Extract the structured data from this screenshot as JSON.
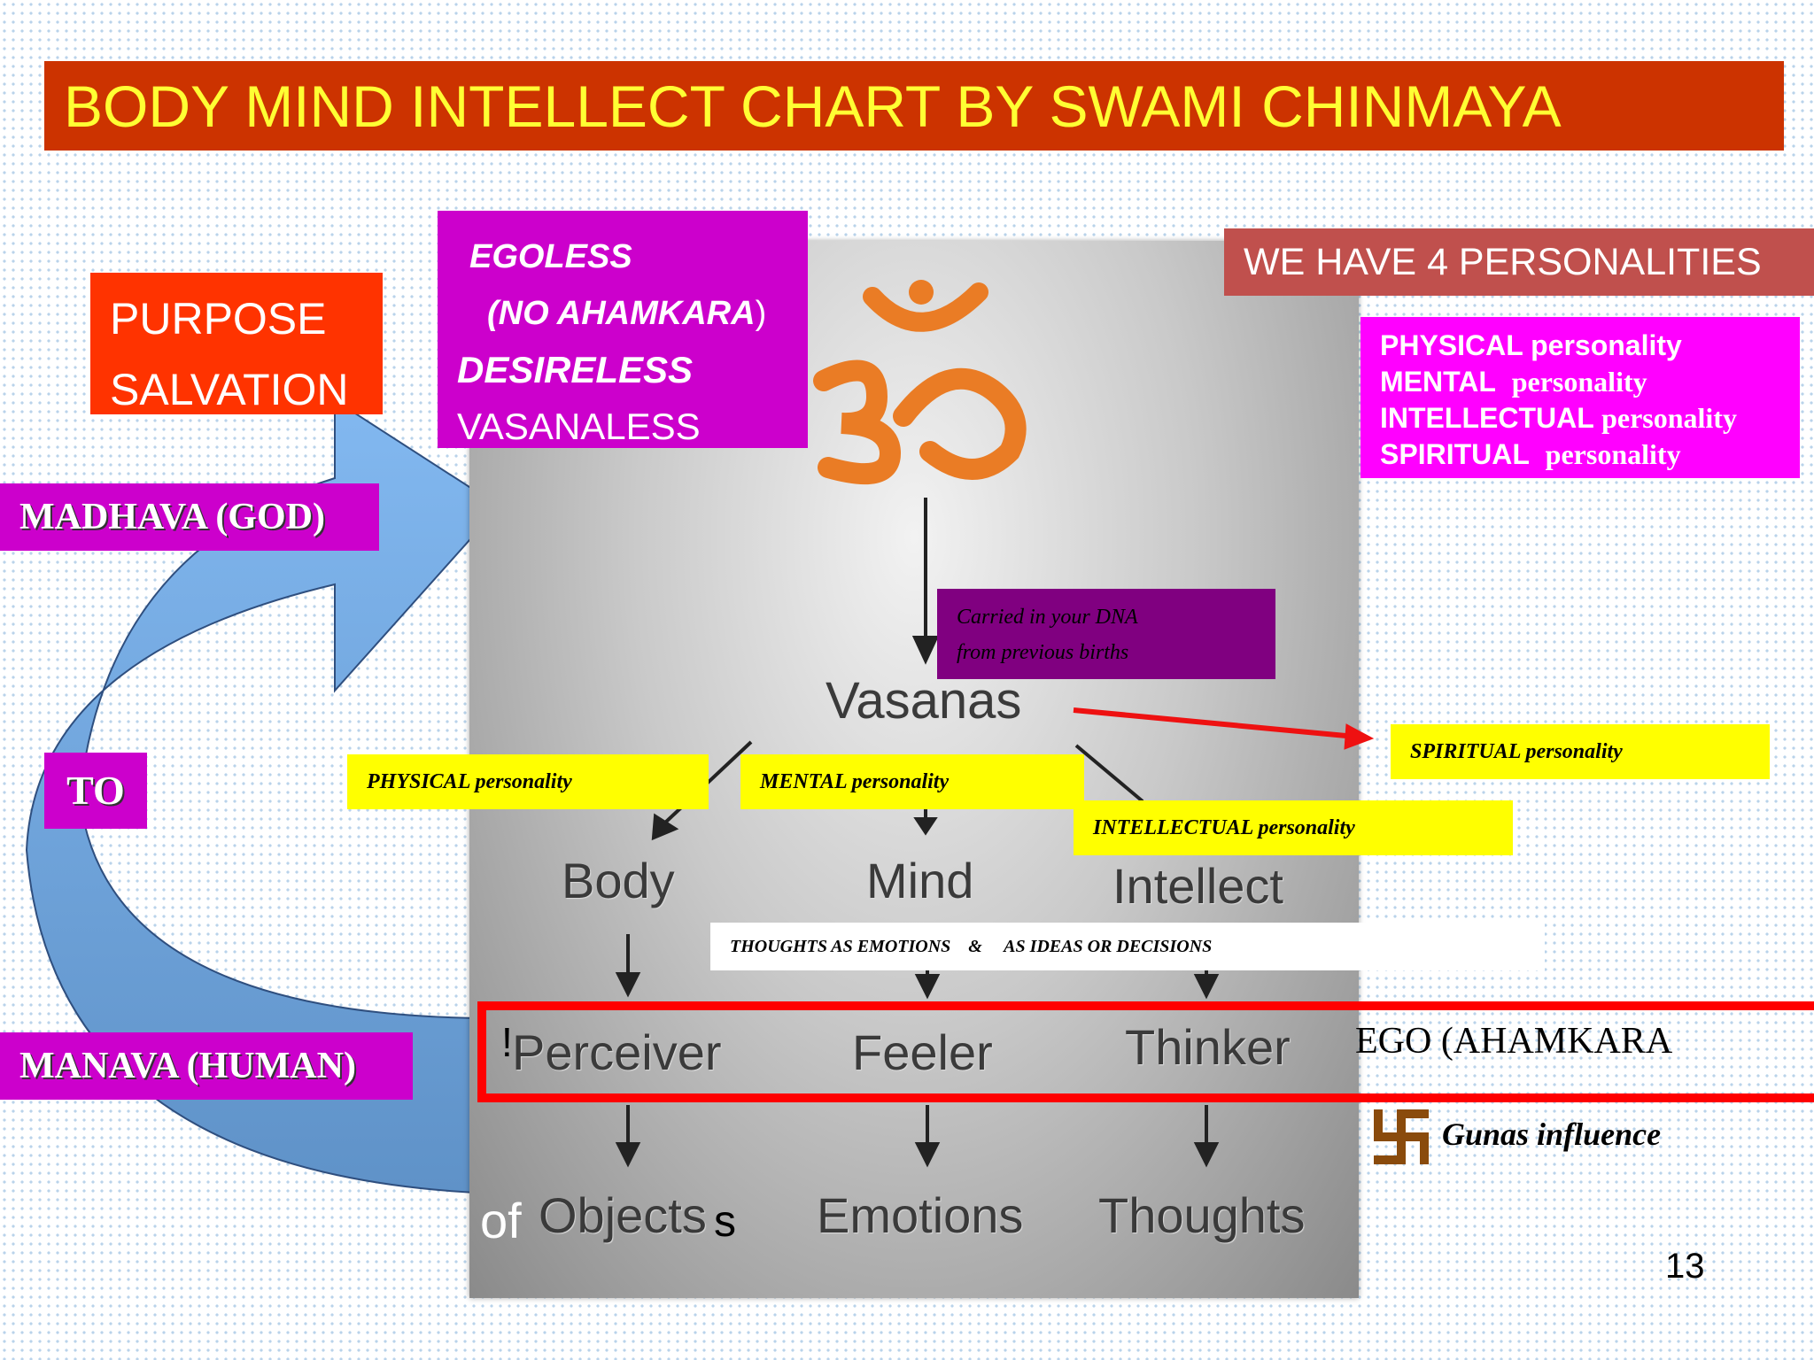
{
  "title": "BODY MIND INTELLECT CHART BY SWAMI CHINMAYA",
  "purpose": {
    "line1": "PURPOSE",
    "line2": "SALVATION"
  },
  "ego_box": {
    "line1": "EGOLESS",
    "line2": "(NO AHAMKARA",
    "line2_paren": ")",
    "line3": "DESIRELESS",
    "line4": "VASANALESS"
  },
  "we_have": "WE HAVE 4 PERSONALITIES",
  "personalities": [
    {
      "name": "PHYSICAL",
      "word": "personality"
    },
    {
      "name": "MENTAL",
      "word": "personality"
    },
    {
      "name": "INTELLECTUAL",
      "word": "personality"
    },
    {
      "name": "SPIRITUAL",
      "word": "personality"
    }
  ],
  "madhava": "MADHAVA (GOD)",
  "to": "TO",
  "manava": "MANAVA (HUMAN)",
  "dna": {
    "line1": "Carried in your DNA",
    "line2": "from previous births"
  },
  "vasanas": "Vasanas",
  "yellow_labels": {
    "physical": "PHYSICAL personality",
    "mental": "MENTAL  personality",
    "intellectual": "INTELLECTUAL personality",
    "spiritual": "SPIRITUAL  personality"
  },
  "bmi": {
    "body": "Body",
    "mind": "Mind",
    "intellect": "Intellect"
  },
  "thoughts_line": "THOUGHTS AS EMOTIONS    &     AS IDEAS OR DECISIONS",
  "pft": {
    "perceiver": "Perceiver",
    "feeler": "Feeler",
    "thinker": "Thinker"
  },
  "excl": "!",
  "ego_ahamkara": "EGO (AHAMKARA",
  "gunas": "Gunas influence",
  "oet": {
    "objects": "Objects",
    "emotions": "Emotions",
    "thoughts": "Thoughts"
  },
  "of": "of",
  "s": "s",
  "page_number": "13"
}
